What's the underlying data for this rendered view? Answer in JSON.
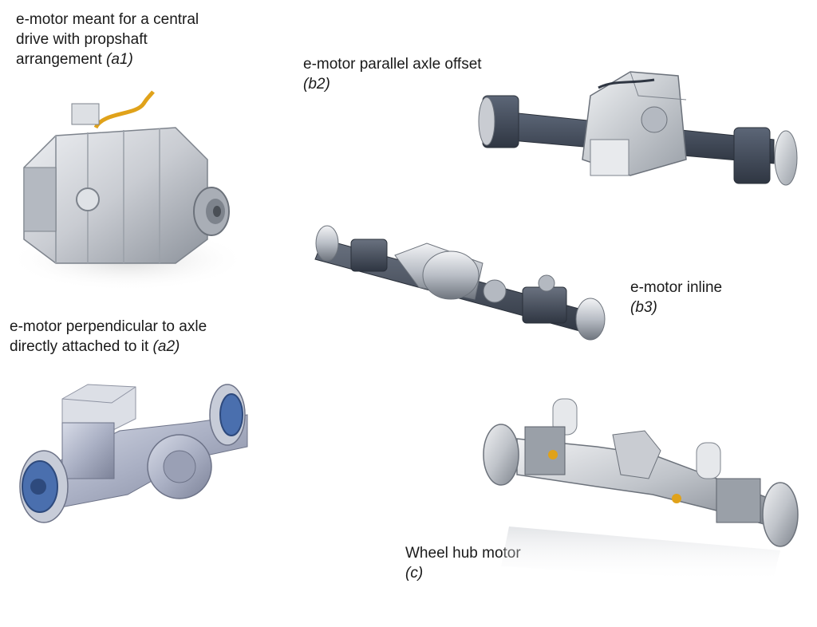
{
  "captions": {
    "a1": {
      "lines": [
        "e-motor meant for a central",
        "drive with propshaft",
        "arrangement "
      ],
      "tag": "(a1)"
    },
    "b2": {
      "lines": [
        "e-motor parallel axle offset"
      ],
      "tag": "(b2)"
    },
    "b3": {
      "lines": [
        "e-motor inline"
      ],
      "tag": "(b3)"
    },
    "a2": {
      "lines": [
        "e-motor perpendicular to axle",
        "directly attached to it "
      ],
      "tag": "(a2)"
    },
    "c": {
      "lines": [
        "Wheel hub motor"
      ],
      "tag": "(c)"
    }
  },
  "colors": {
    "aluminium": "#c9ccd2",
    "aluminium_dark": "#8d939c",
    "steel_dark": "#3c4452",
    "cable_orange": "#e0a21a",
    "brake_blue": "#4a6fae",
    "housing_blue_grey": "#aab0c4"
  }
}
